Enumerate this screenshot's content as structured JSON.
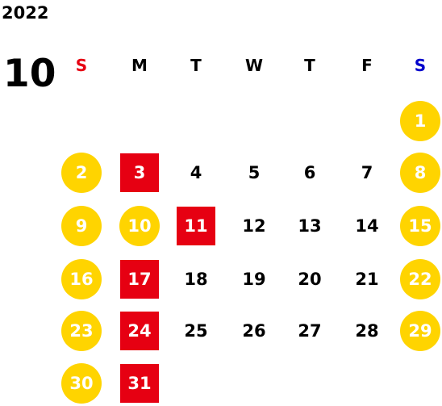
{
  "calendar": {
    "year": "2022",
    "month": "10",
    "weekdays": [
      {
        "label": "S",
        "color": "#e60012"
      },
      {
        "label": "M",
        "color": "#000000"
      },
      {
        "label": "T",
        "color": "#000000"
      },
      {
        "label": "W",
        "color": "#000000"
      },
      {
        "label": "T",
        "color": "#000000"
      },
      {
        "label": "F",
        "color": "#000000"
      },
      {
        "label": "S",
        "color": "#0000cc"
      }
    ],
    "days": [
      {
        "label": "1",
        "week": 0,
        "weekday": 6,
        "style": "weekend"
      },
      {
        "label": "2",
        "week": 1,
        "weekday": 0,
        "style": "weekend"
      },
      {
        "label": "3",
        "week": 1,
        "weekday": 1,
        "style": "holiday"
      },
      {
        "label": "4",
        "week": 1,
        "weekday": 2,
        "style": "normal"
      },
      {
        "label": "5",
        "week": 1,
        "weekday": 3,
        "style": "normal"
      },
      {
        "label": "6",
        "week": 1,
        "weekday": 4,
        "style": "normal"
      },
      {
        "label": "7",
        "week": 1,
        "weekday": 5,
        "style": "normal"
      },
      {
        "label": "8",
        "week": 1,
        "weekday": 6,
        "style": "weekend"
      },
      {
        "label": "9",
        "week": 2,
        "weekday": 0,
        "style": "weekend"
      },
      {
        "label": "10",
        "week": 2,
        "weekday": 1,
        "style": "weekend"
      },
      {
        "label": "11",
        "week": 2,
        "weekday": 2,
        "style": "holiday"
      },
      {
        "label": "12",
        "week": 2,
        "weekday": 3,
        "style": "normal"
      },
      {
        "label": "13",
        "week": 2,
        "weekday": 4,
        "style": "normal"
      },
      {
        "label": "14",
        "week": 2,
        "weekday": 5,
        "style": "normal"
      },
      {
        "label": "15",
        "week": 2,
        "weekday": 6,
        "style": "weekend"
      },
      {
        "label": "16",
        "week": 3,
        "weekday": 0,
        "style": "weekend"
      },
      {
        "label": "17",
        "week": 3,
        "weekday": 1,
        "style": "holiday"
      },
      {
        "label": "18",
        "week": 3,
        "weekday": 2,
        "style": "normal"
      },
      {
        "label": "19",
        "week": 3,
        "weekday": 3,
        "style": "normal"
      },
      {
        "label": "20",
        "week": 3,
        "weekday": 4,
        "style": "normal"
      },
      {
        "label": "21",
        "week": 3,
        "weekday": 5,
        "style": "normal"
      },
      {
        "label": "22",
        "week": 3,
        "weekday": 6,
        "style": "weekend"
      },
      {
        "label": "23",
        "week": 4,
        "weekday": 0,
        "style": "weekend"
      },
      {
        "label": "24",
        "week": 4,
        "weekday": 1,
        "style": "holiday"
      },
      {
        "label": "25",
        "week": 4,
        "weekday": 2,
        "style": "normal"
      },
      {
        "label": "26",
        "week": 4,
        "weekday": 3,
        "style": "normal"
      },
      {
        "label": "27",
        "week": 4,
        "weekday": 4,
        "style": "normal"
      },
      {
        "label": "28",
        "week": 4,
        "weekday": 5,
        "style": "normal"
      },
      {
        "label": "29",
        "week": 4,
        "weekday": 6,
        "style": "weekend"
      },
      {
        "label": "30",
        "week": 5,
        "weekday": 0,
        "style": "weekend"
      },
      {
        "label": "31",
        "week": 5,
        "weekday": 1,
        "style": "holiday"
      }
    ],
    "colors": {
      "weekend_circle": "#ffd400",
      "holiday_square": "#e60012",
      "normal_text": "#000000",
      "highlight_text": "#ffffff"
    }
  }
}
